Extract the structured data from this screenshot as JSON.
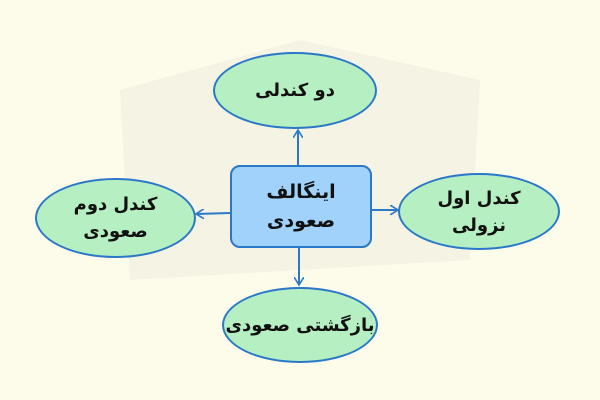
{
  "center": {
    "line1": "اینگالف",
    "line2": "صعودی"
  },
  "nodes": {
    "top": {
      "line1": "دو کندلی"
    },
    "left": {
      "line1": "کندل دوم",
      "line2": "صعودی"
    },
    "right": {
      "line1": "کندل اول",
      "line2": "نزولی"
    },
    "bottom": {
      "line1": "بازگشتی صعودی"
    }
  },
  "colors": {
    "background": "#fdfbea",
    "ellipse": "#b6f0c2",
    "center": "#a0d2fb",
    "stroke": "#2b78c8"
  }
}
